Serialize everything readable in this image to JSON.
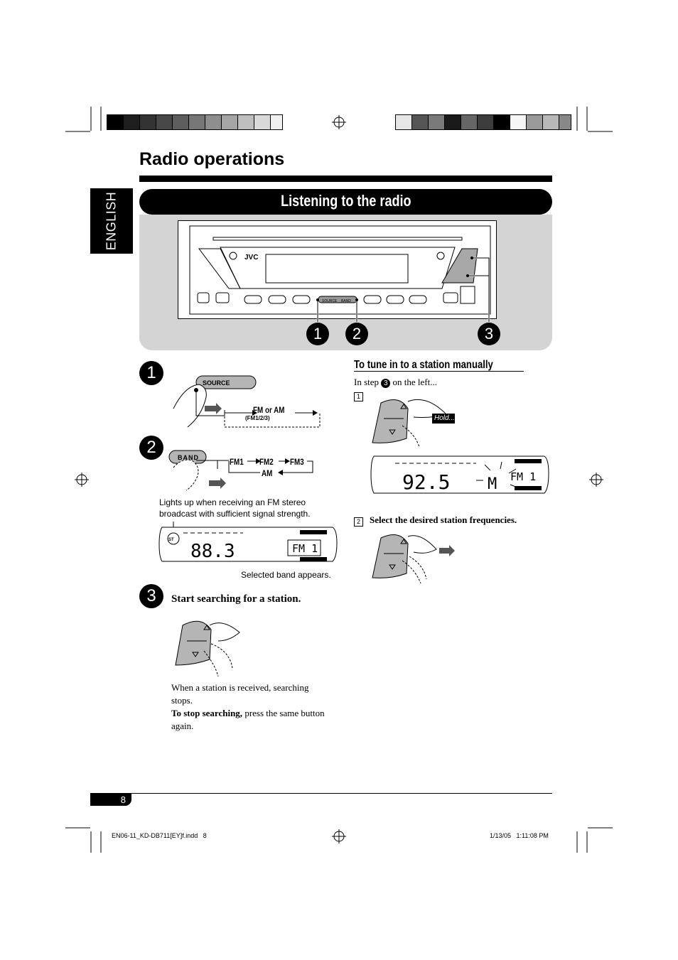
{
  "page": {
    "title": "Radio operations",
    "side_tab": "ENGLISH",
    "section_title": "Listening to the radio",
    "page_number": "8",
    "footer_left": "EN06-11_KD-DB711[EY]f.indd   8",
    "footer_right": "1/13/05   1:11:08 PM"
  },
  "panel": {
    "brand": "JVC",
    "source_label": "SOURCE",
    "band_label": "BAND",
    "callouts": [
      "1",
      "2",
      "3"
    ]
  },
  "step1": {
    "num": "1",
    "button": "SOURCE",
    "result_label": "FM or AM",
    "result_sub": "(FM1/2/3)"
  },
  "step2": {
    "num": "2",
    "button": "BAND",
    "bands": [
      "FM1",
      "FM2",
      "FM3",
      "AM"
    ],
    "note_top": "Lights up when receiving an FM stereo broadcast with sufficient signal strength.",
    "display_freq": "88.3",
    "display_band": "FM 1",
    "st_label": "ST",
    "note_bottom": "Selected band appears."
  },
  "step3": {
    "num": "3",
    "heading": "Start searching for a station.",
    "body": "When a station is received, searching stops.",
    "stop_bold": "To stop searching,",
    "stop_rest": " press the same button again."
  },
  "manual": {
    "heading": "To tune in to a station manually",
    "intro_pre": "In step ",
    "intro_ref": "3",
    "intro_post": " on the left...",
    "sub1": "1",
    "hold": "Hold...",
    "display_freq": "92.5",
    "display_mem": "M",
    "display_band": "FM 1",
    "sub2": "2",
    "sub2_text": "Select the desired station frequencies."
  }
}
